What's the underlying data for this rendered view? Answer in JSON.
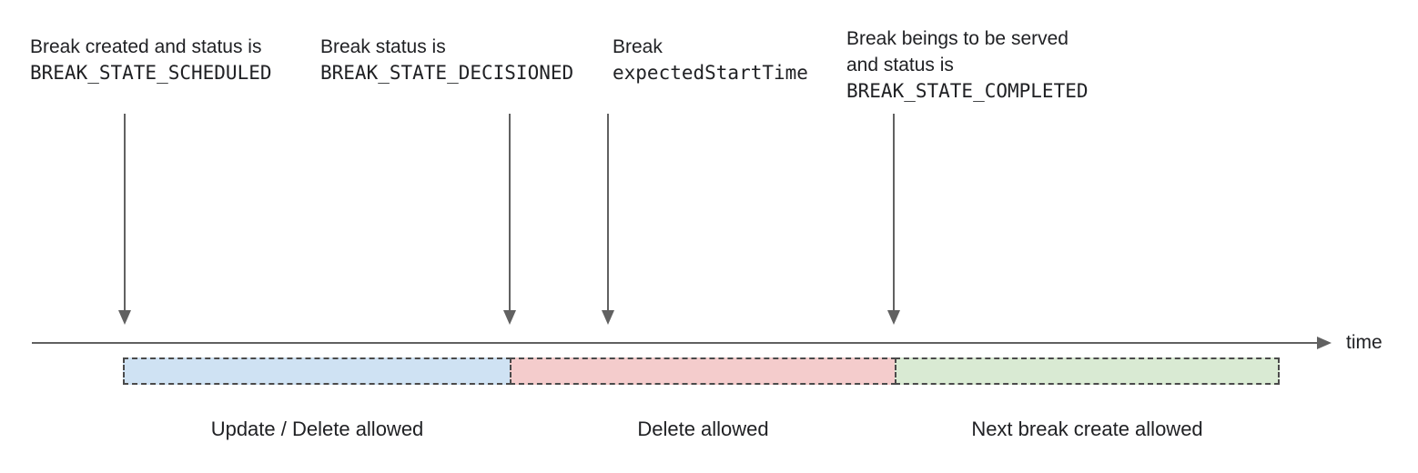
{
  "colors": {
    "text": "#202124",
    "arrow": "#616161",
    "dash_border": "#4a4a4a"
  },
  "annotations": [
    {
      "line1": "Break created and status is",
      "line2_code": "BREAK_STATE_SCHEDULED"
    },
    {
      "line1": "Break status is",
      "line2_code": "BREAK_STATE_DECISIONED"
    },
    {
      "line1": "Break",
      "line2_code": "expectedStartTime"
    },
    {
      "line1": "Break beings to be served",
      "line2": "and status is",
      "line3_code": "BREAK_STATE_COMPLETED"
    }
  ],
  "timeline": {
    "axis_label": "time"
  },
  "segments": [
    {
      "label": "Update / Delete allowed",
      "color": "#cfe2f3"
    },
    {
      "label": "Delete allowed",
      "color": "#f4cccc"
    },
    {
      "label": "Next break create allowed",
      "color": "#d9ead3"
    }
  ]
}
